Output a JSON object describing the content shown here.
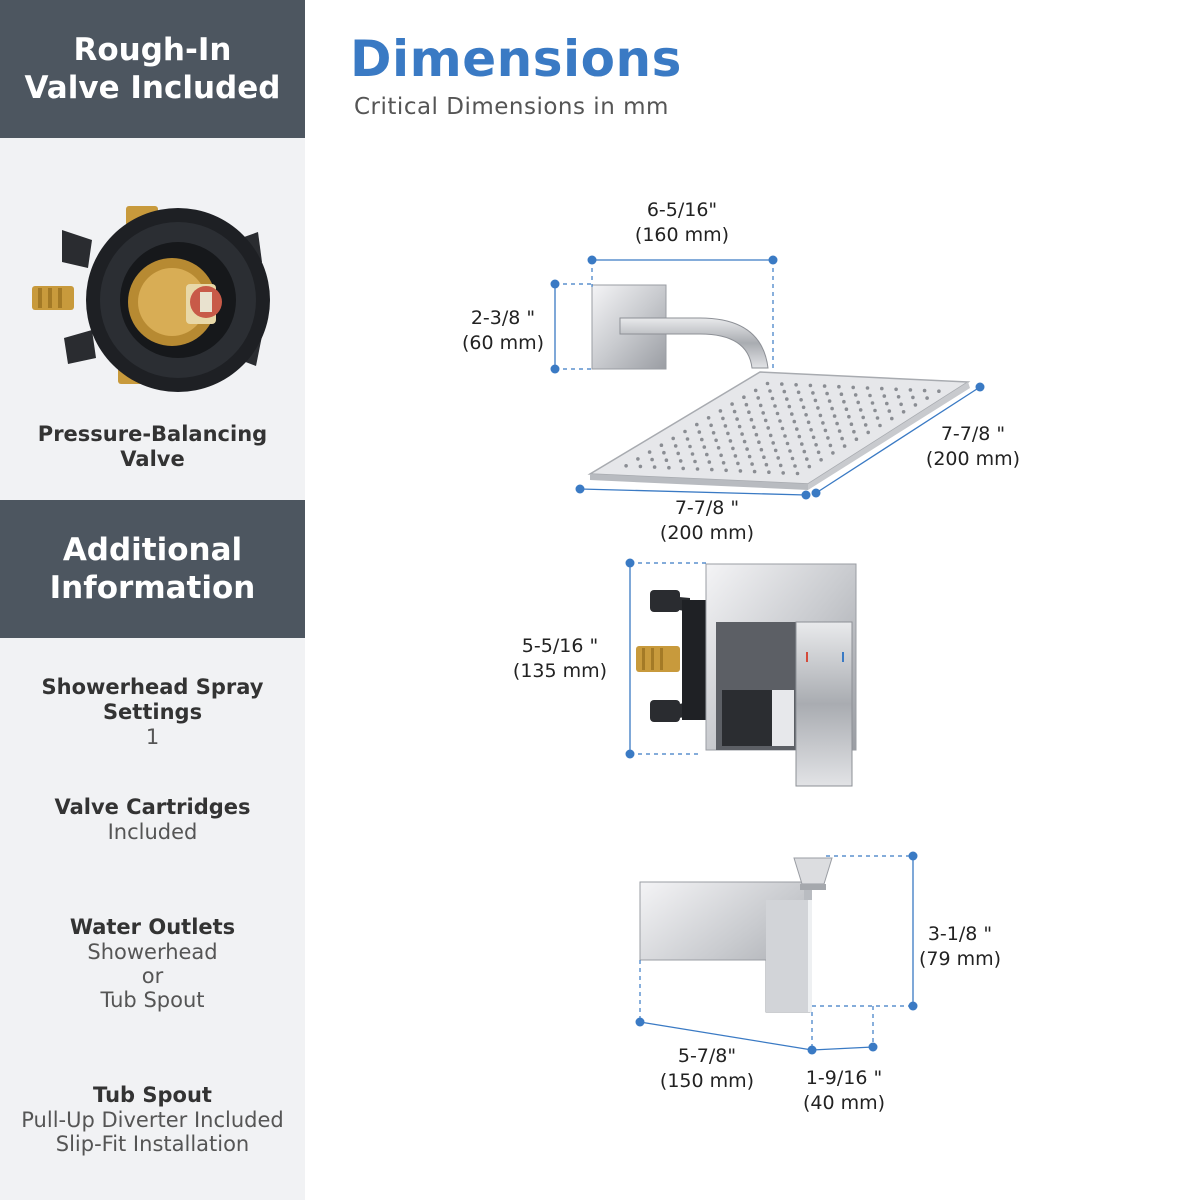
{
  "sidebar": {
    "valve_header": [
      "Rough-In",
      "Valve Included"
    ],
    "valve_caption": [
      "Pressure-Balancing",
      "Valve"
    ],
    "info_header": [
      "Additional",
      "Information"
    ],
    "items": [
      {
        "title": [
          "Showerhead Spray",
          "Settings"
        ],
        "value": [
          "1"
        ]
      },
      {
        "title": [
          "Valve Cartridges"
        ],
        "value": [
          "Included"
        ]
      },
      {
        "title": [
          "Water Outlets"
        ],
        "value": [
          "Showerhead",
          "or",
          "Tub Spout"
        ]
      },
      {
        "title": [
          "Tub Spout"
        ],
        "value": [
          "Pull-Up Diverter Included",
          "Slip-Fit Installation"
        ]
      }
    ]
  },
  "header": {
    "title": "Dimensions",
    "subtitle": "Critical Dimensions in mm"
  },
  "dimensions": {
    "arm_width": {
      "imperial": "6-5/16\"",
      "metric": "(160 mm)"
    },
    "flange_height": {
      "imperial": "2-3/8 \"",
      "metric": "(60 mm)"
    },
    "head_depth": {
      "imperial": "7-7/8 \"",
      "metric": "(200 mm)"
    },
    "head_width": {
      "imperial": "7-7/8 \"",
      "metric": "(200 mm)"
    },
    "trim_height": {
      "imperial": "5-5/16 \"",
      "metric": "(135 mm)"
    },
    "spout_height": {
      "imperial": "3-1/8 \"",
      "metric": "(79 mm)"
    },
    "spout_length": {
      "imperial": "5-7/8\"",
      "metric": "(150 mm)"
    },
    "spout_depth": {
      "imperial": "1-9/16 \"",
      "metric": "(40 mm)"
    }
  },
  "colors": {
    "accent": "#3a7ac4",
    "header_bg": "#4d5660",
    "sidebar_bg": "#f1f2f4",
    "dimension_line": "#3a7ac4"
  }
}
